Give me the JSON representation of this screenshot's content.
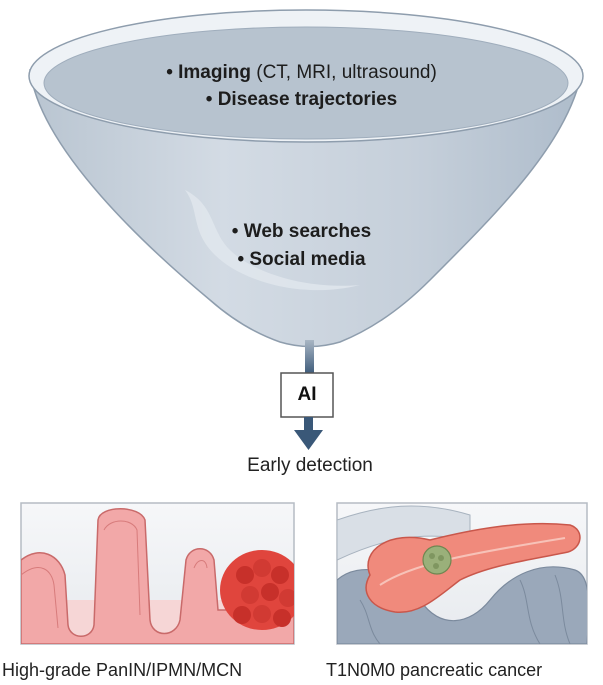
{
  "funnel": {
    "top_lines": [
      {
        "bold": "Imaging",
        "rest": " (CT, MRI, ultrasound)"
      },
      {
        "bold": "Disease trajectories",
        "rest": ""
      }
    ],
    "middle_lines": [
      {
        "bold": "Web searches",
        "rest": ""
      },
      {
        "bold": "Social media",
        "rest": ""
      }
    ],
    "bullet": "•"
  },
  "ai_box": {
    "label": "AI"
  },
  "outcome": {
    "label": "Early detection"
  },
  "panels": {
    "left_caption": "High-grade PanIN/IPMN/MCN",
    "right_caption": "T1N0M0 pancreatic cancer"
  },
  "colors": {
    "funnel_fill": "#c9d3de",
    "funnel_rim": "#eef2f6",
    "funnel_top": "#b7c3cf",
    "arrow": "#3a5878",
    "epithelium": "#ef9a9a",
    "tumor": "#e0453d",
    "pancreas": "#f08a7c",
    "intestine": "#9aa8ba",
    "panel_bg": "#f1f3f5"
  }
}
